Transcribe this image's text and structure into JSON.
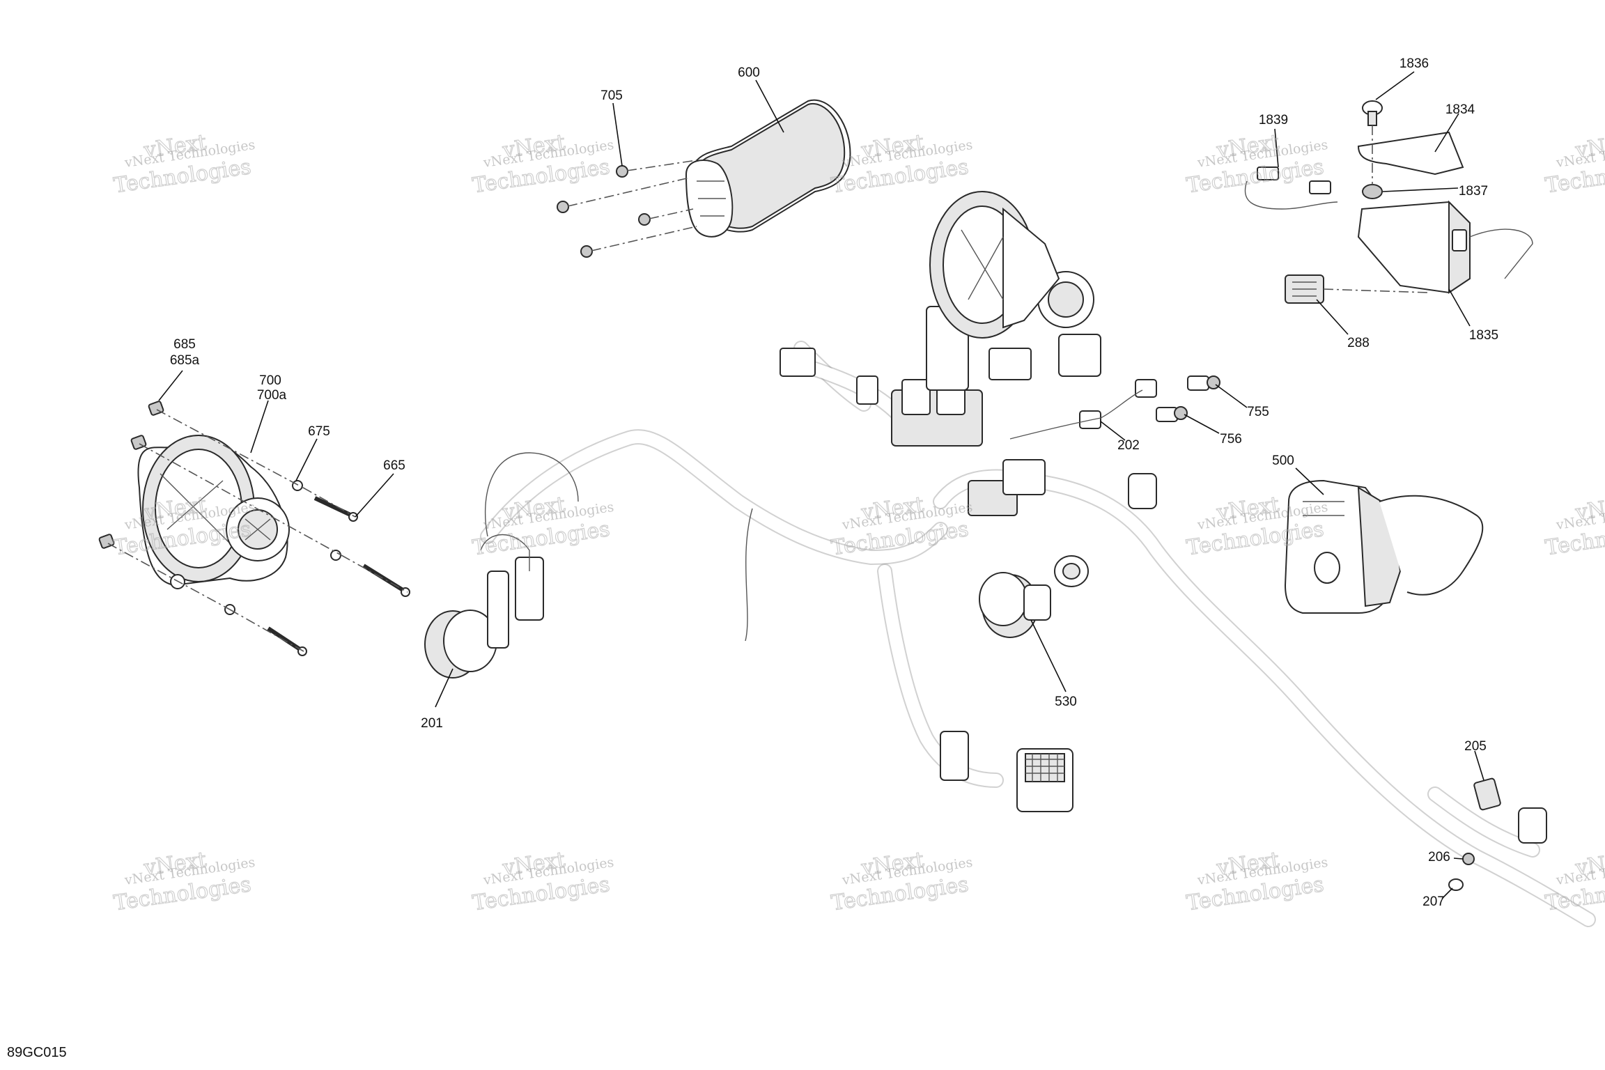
{
  "figure_code": "89GC015",
  "watermark": {
    "line1": "vNext Technologies",
    "line2": "Technologies",
    "line3": "vNext"
  },
  "callouts": [
    {
      "id": "c600",
      "text": "600"
    },
    {
      "id": "c705",
      "text": "705"
    },
    {
      "id": "c685",
      "text": "685"
    },
    {
      "id": "c685a",
      "text": "685a"
    },
    {
      "id": "c700",
      "text": "700"
    },
    {
      "id": "c700a",
      "text": "700a"
    },
    {
      "id": "c675",
      "text": "675"
    },
    {
      "id": "c665",
      "text": "665"
    },
    {
      "id": "c201",
      "text": "201"
    },
    {
      "id": "c202",
      "text": "202"
    },
    {
      "id": "c755",
      "text": "755"
    },
    {
      "id": "c756",
      "text": "756"
    },
    {
      "id": "c530",
      "text": "530"
    },
    {
      "id": "c500",
      "text": "500"
    },
    {
      "id": "c1836",
      "text": "1836"
    },
    {
      "id": "c1834",
      "text": "1834"
    },
    {
      "id": "c1839",
      "text": "1839"
    },
    {
      "id": "c1837",
      "text": "1837"
    },
    {
      "id": "c288",
      "text": "288"
    },
    {
      "id": "c1835",
      "text": "1835"
    },
    {
      "id": "c205",
      "text": "205"
    },
    {
      "id": "c206",
      "text": "206"
    },
    {
      "id": "c207",
      "text": "207"
    }
  ]
}
